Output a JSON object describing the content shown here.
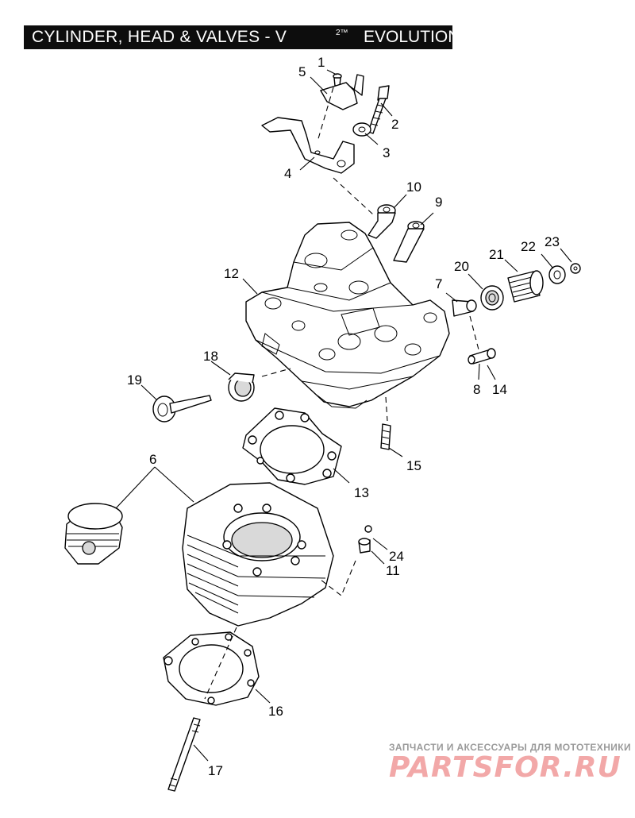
{
  "title": {
    "text": "CYLINDER, HEAD & VALVES - V",
    "superscript": "2™",
    "suffix": "EVOLUTION"
  },
  "callouts": [
    "1",
    "2",
    "3",
    "4",
    "5",
    "6",
    "7",
    "8",
    "9",
    "10",
    "11",
    "12",
    "13",
    "14",
    "15",
    "16",
    "17",
    "18",
    "19",
    "20",
    "21",
    "22",
    "23",
    "24"
  ],
  "watermark": {
    "tagline": "ЗАПЧАСТИ И АКСЕССУАРЫ ДЛЯ МОТОТЕХНИКИ",
    "brand": "PARTSFOR.RU"
  },
  "colors": {
    "title_bg": "#0d0d0d",
    "title_text": "#ffffff",
    "watermark_brand": "#f2a8a8"
  }
}
